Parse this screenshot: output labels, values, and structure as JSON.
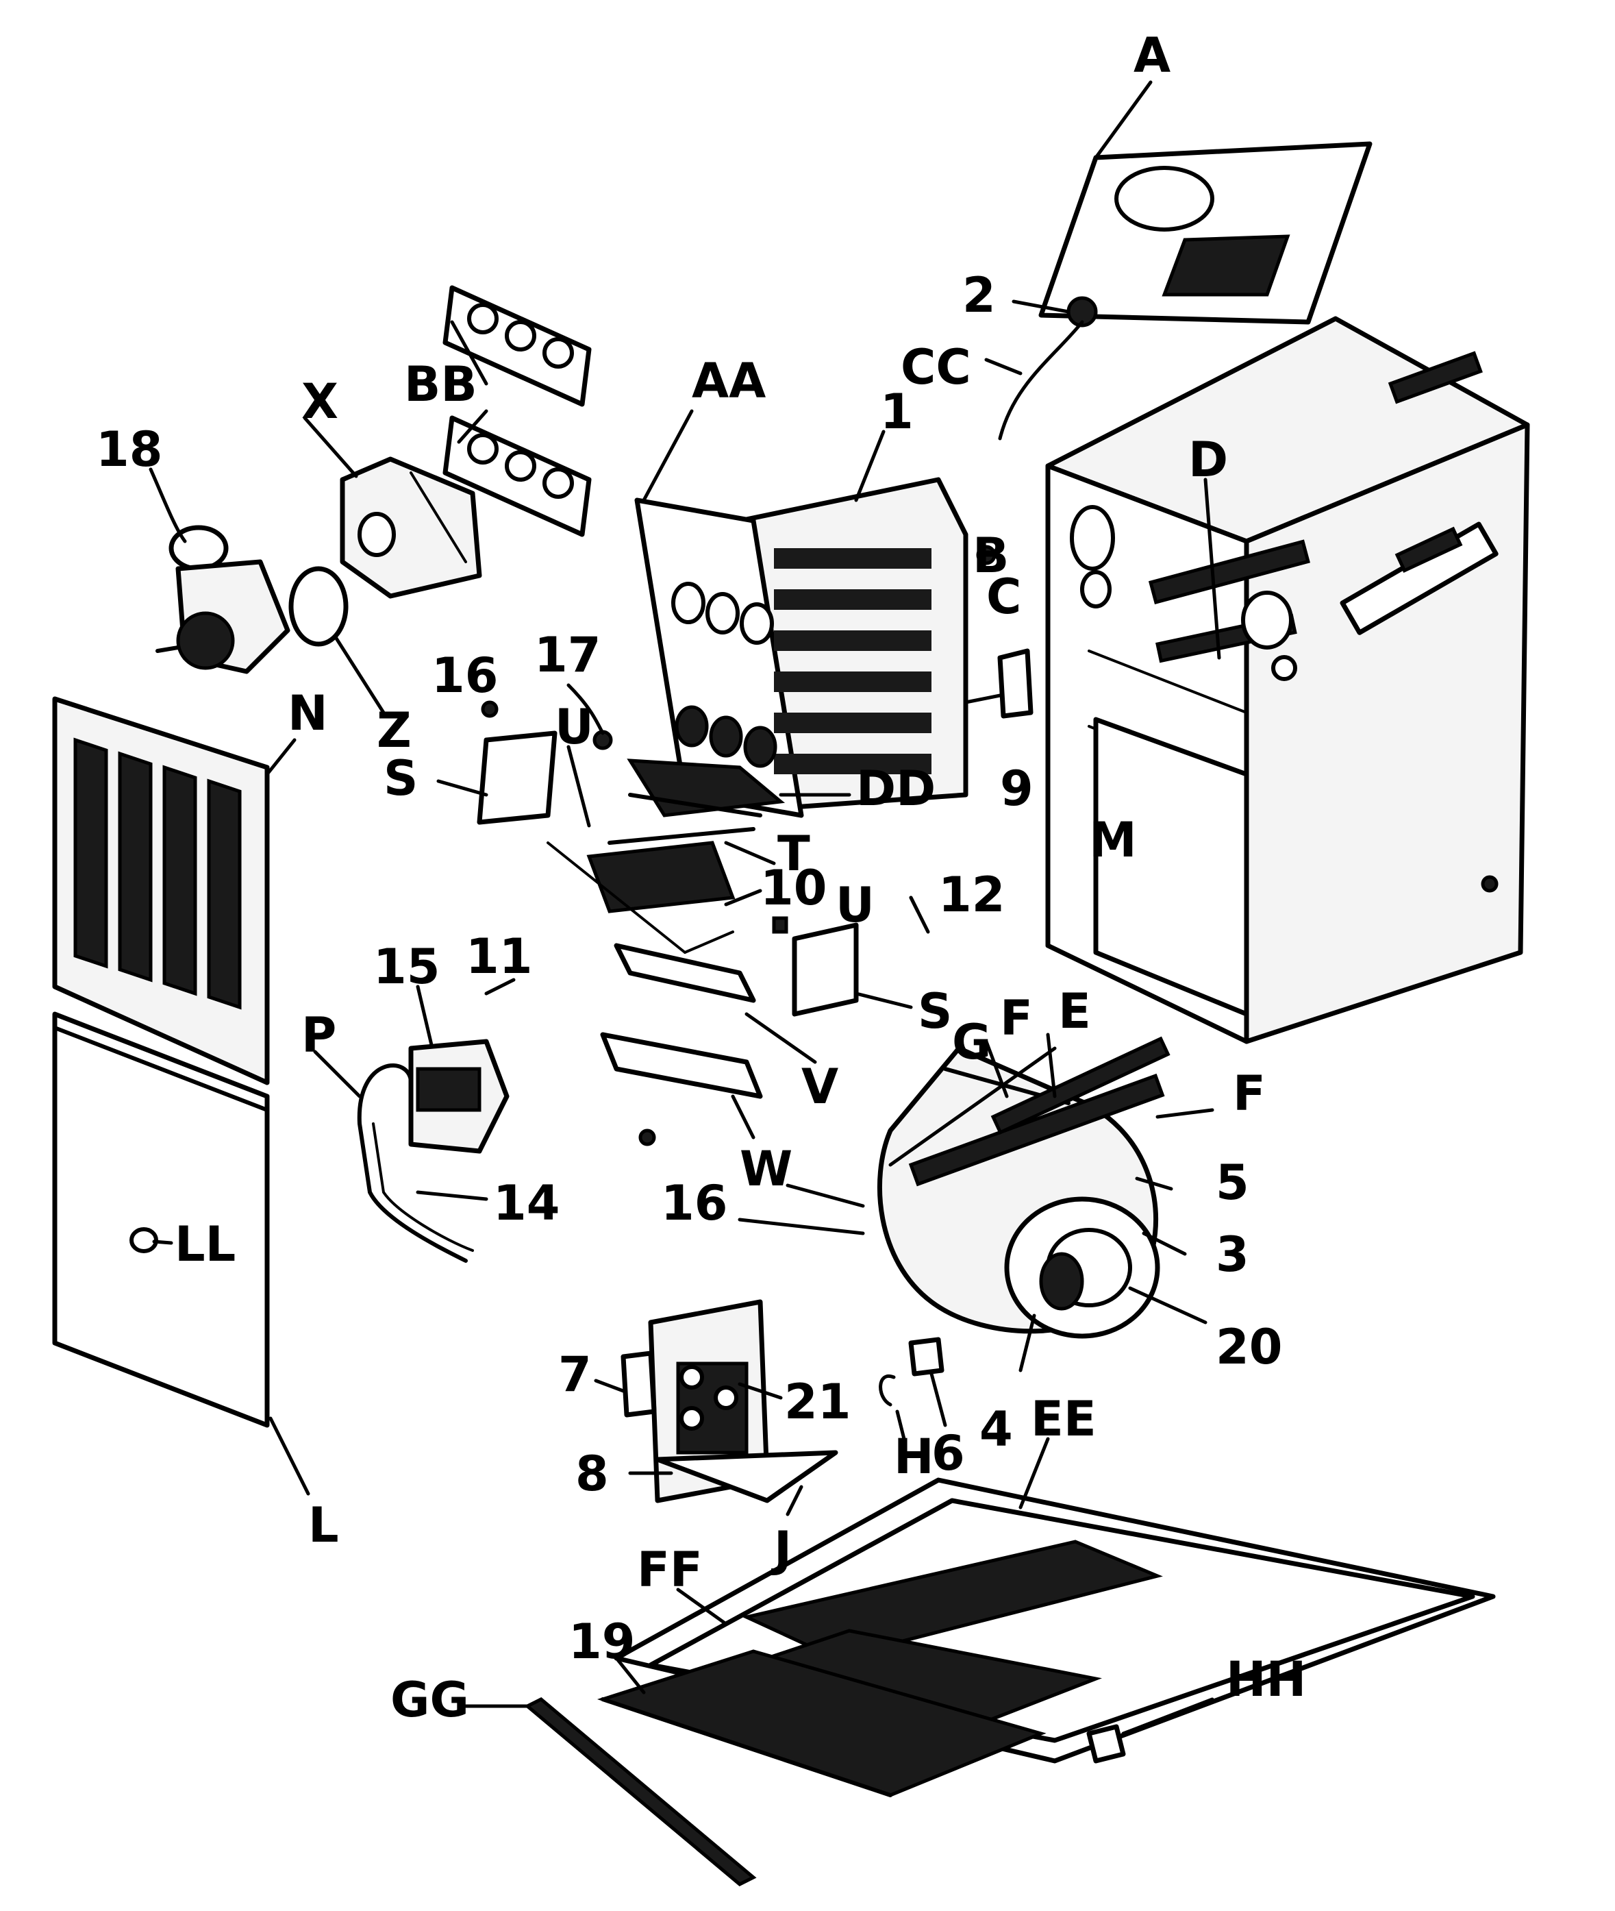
{
  "labels": {
    "A": "A",
    "two": "2",
    "cc": "CC",
    "bb": "BB",
    "x": "X",
    "aa": "AA",
    "one": "1",
    "d": "D",
    "b": "B",
    "c": "C",
    "n18": "18",
    "z": "Z",
    "n16a": "16",
    "n17": "17",
    "ua": "U",
    "dd": "DD",
    "n9": "9",
    "m": "M",
    "sa": "S",
    "n": "N",
    "t": "T",
    "n12": "12",
    "n10": "10",
    "ub": "U",
    "sb": "S",
    "n11": "11",
    "n15": "15",
    "p": "P",
    "f1": "F",
    "e": "E",
    "g": "G",
    "f2": "F",
    "v": "V",
    "w": "W",
    "n16b": "16",
    "n14": "14",
    "n5": "5",
    "ll": "LL",
    "n3": "3",
    "n20": "20",
    "n7": "7",
    "n21": "21",
    "h": "H",
    "n6": "6",
    "n4": "4",
    "ee": "EE",
    "n8": "8",
    "j": "J",
    "l": "L",
    "ff": "FF",
    "n19": "19",
    "hh": "HH",
    "gg": "GG"
  }
}
